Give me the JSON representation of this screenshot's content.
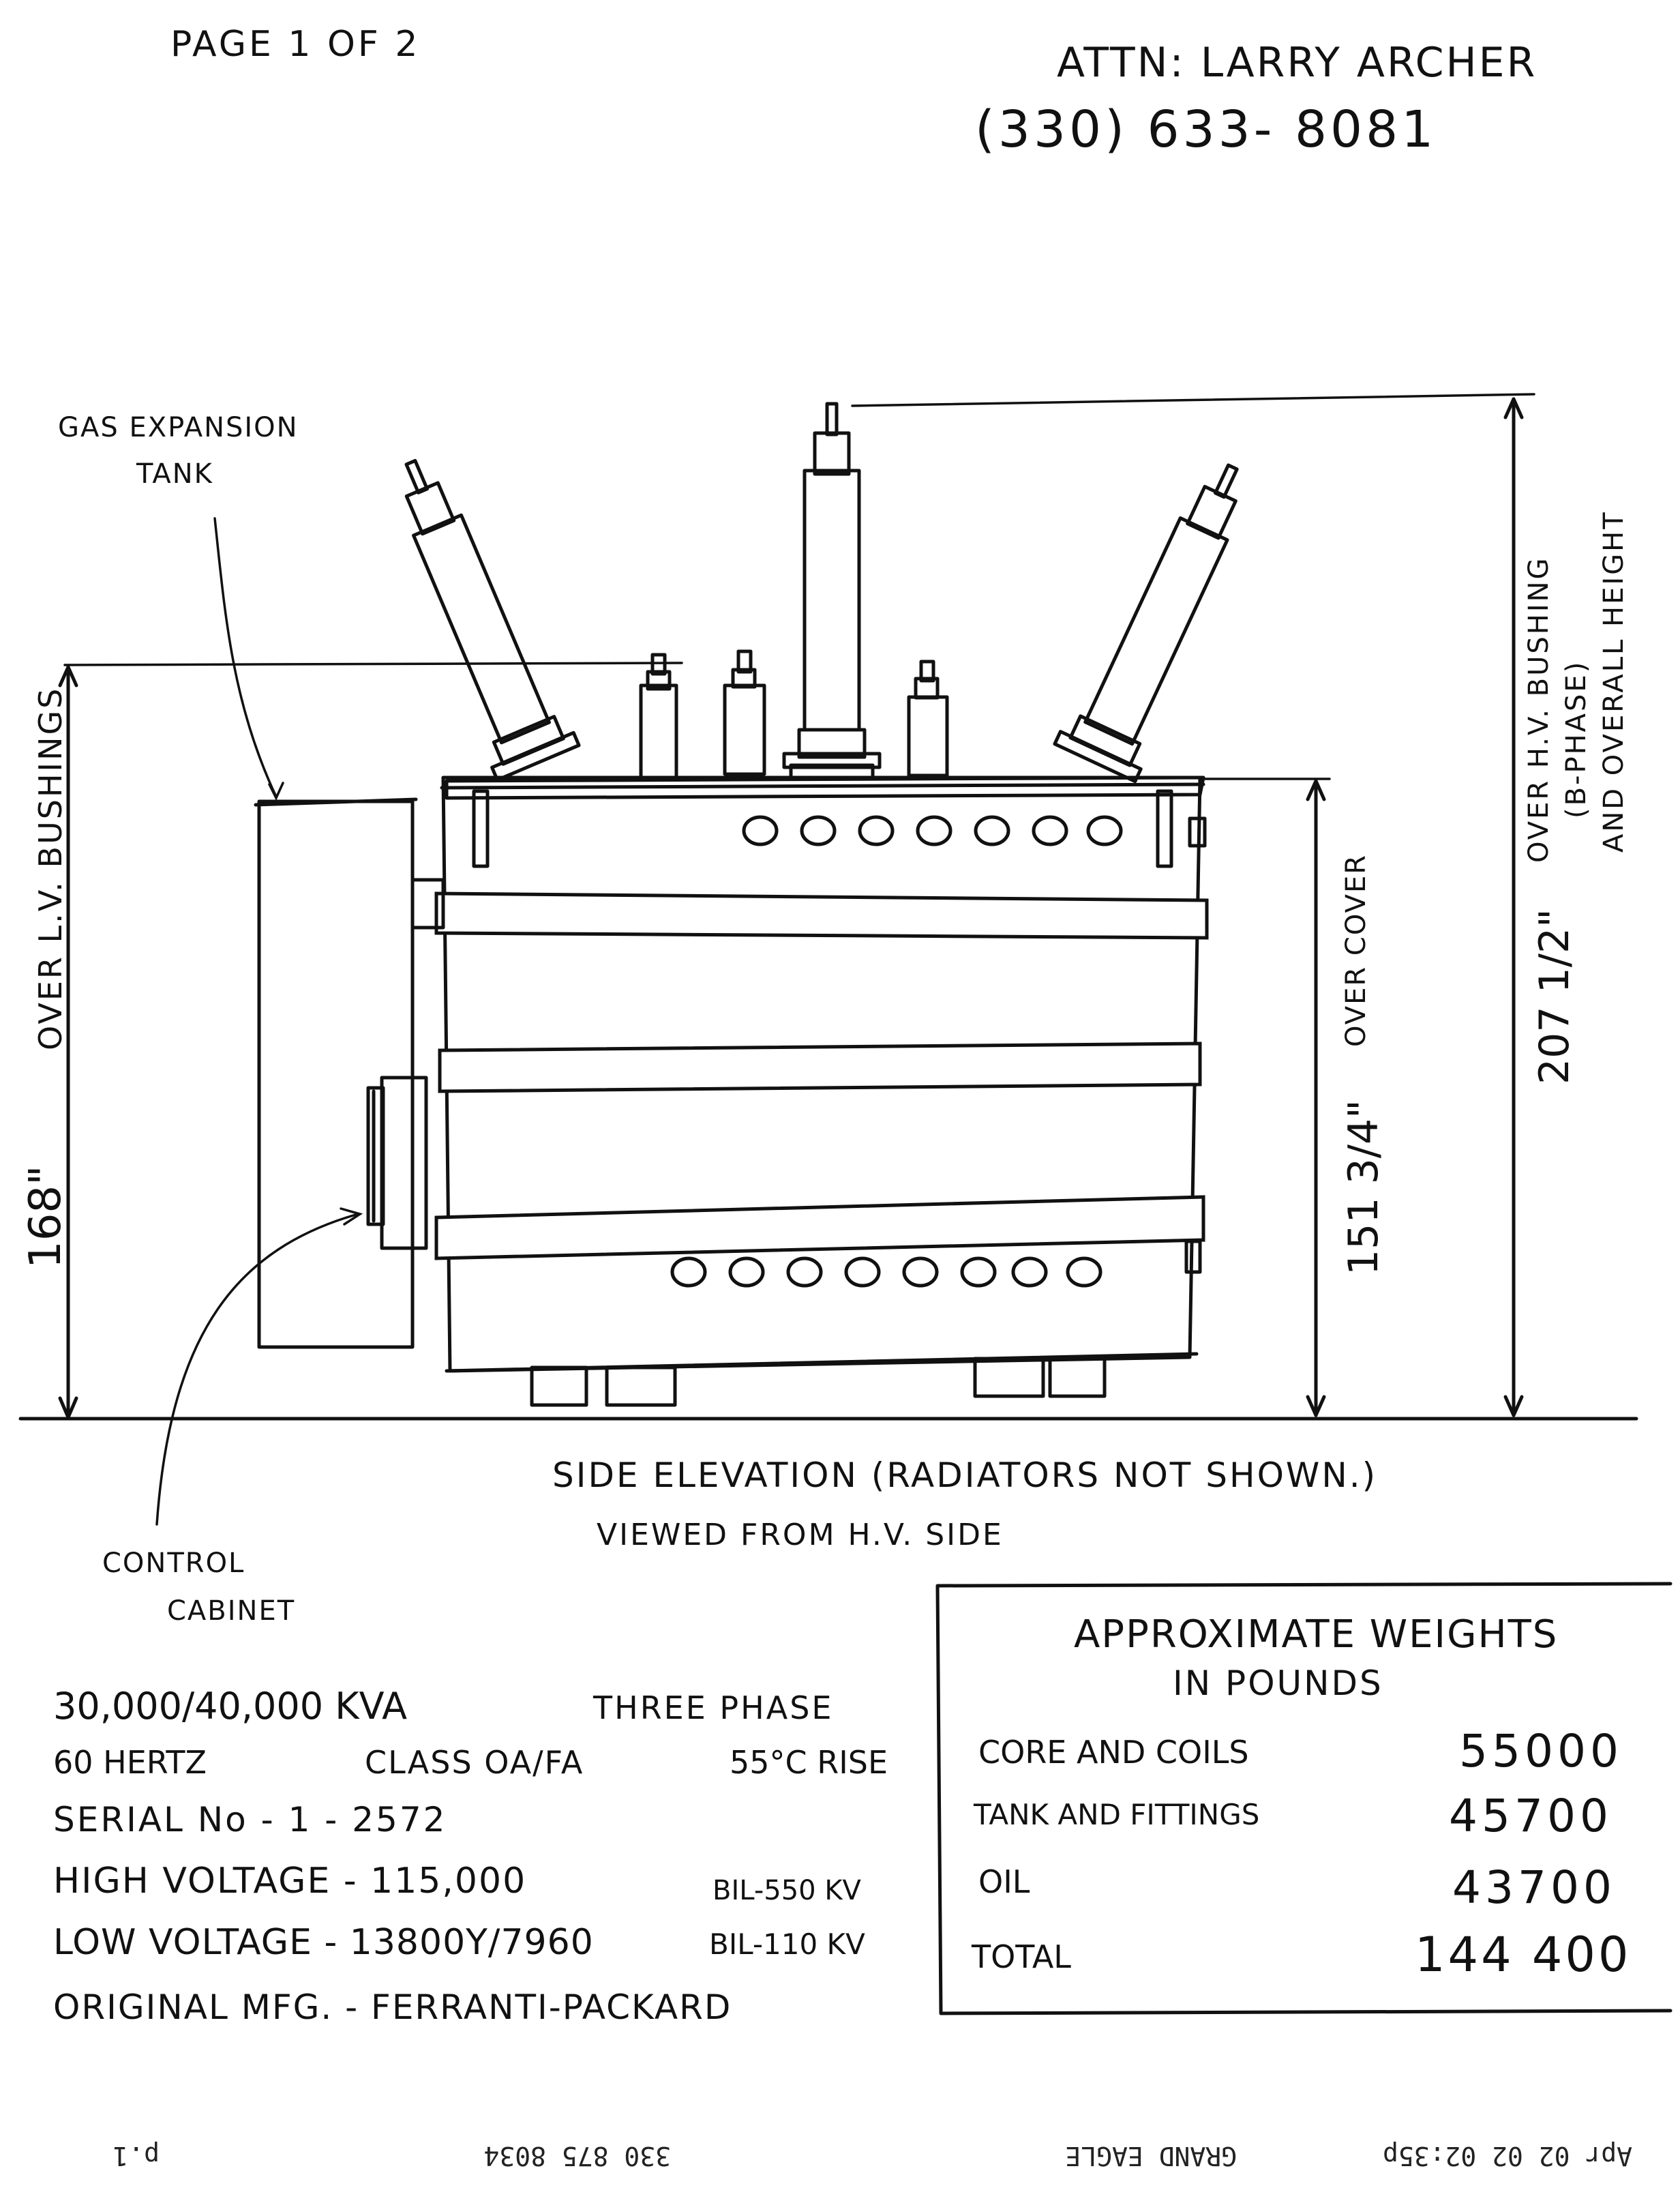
{
  "header": {
    "page": "PAGE 1 OF 2",
    "attn": "ATTN: LARRY ARCHER",
    "phone": "(330) 633- 8081"
  },
  "labels": {
    "gas_tank": [
      "GAS EXPANSION",
      "TANK"
    ],
    "control_cabinet": [
      "CONTROL",
      "CABINET"
    ],
    "lv_dim_value": "168\"",
    "lv_dim_text": "OVER L.V. BUSHINGS",
    "cover_dim_value": "151 3/4\"",
    "cover_dim_text": "OVER COVER",
    "hv_dim_value": "207 1/2\"",
    "hv_dim_text_1": "OVER H.V. BUSHING",
    "hv_dim_text_2": "(B-PHASE)",
    "hv_dim_text_3": "AND OVERALL HEIGHT",
    "caption_1": "SIDE ELEVATION (RADIATORS NOT SHOWN.)",
    "caption_2": "VIEWED FROM H.V. SIDE"
  },
  "specs": {
    "line1a": "30,000/40,000 KVA",
    "line1b": "THREE PHASE",
    "line2a": "60 HERTZ",
    "line2b": "CLASS OA/FA",
    "line2c": "55°C RISE",
    "line3": "SERIAL No - 1 - 2572",
    "line4a": "HIGH VOLTAGE - 115,000",
    "line4b": "BIL-550 KV",
    "line5a": "LOW VOLTAGE - 13800Y/7960",
    "line5b": "BIL-110 KV",
    "line6": "ORIGINAL MFG. - FERRANTI-PACKARD"
  },
  "weights": {
    "title_1": "APPROXIMATE WEIGHTS",
    "title_2": "IN POUNDS",
    "rows": [
      {
        "label": "CORE AND COILS",
        "value": "55000"
      },
      {
        "label": "TANK AND FITTINGS",
        "value": "45700"
      },
      {
        "label": "OIL",
        "value": "43700"
      },
      {
        "label": "TOTAL",
        "value": "144 400"
      }
    ]
  },
  "fax_footer": {
    "date": "Apr 02 02 02:35p",
    "sender": "GRAND EAGLE",
    "number": "330 875 8034",
    "page": "p.1"
  }
}
